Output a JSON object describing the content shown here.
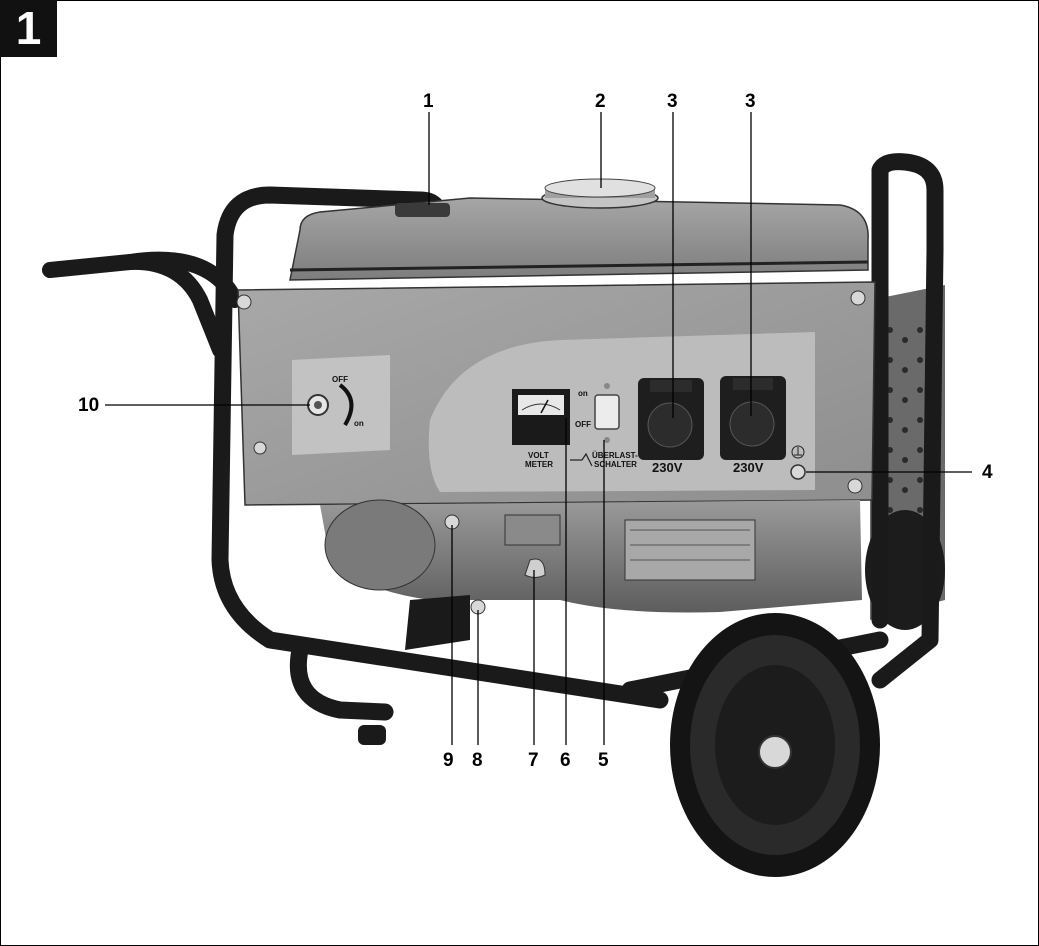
{
  "figure_number": "1",
  "panel": {
    "off_label": "OFF",
    "on_label": "on",
    "switch_on": "on",
    "switch_off": "OFF",
    "voltmeter_line1": "VOLT",
    "voltmeter_line2": "METER",
    "overload_line1": "ÜBERLAST-",
    "overload_line2": "SCHALTER",
    "socket_voltage": "230V"
  },
  "callouts": [
    "1",
    "2",
    "3",
    "3",
    "4",
    "5",
    "6",
    "7",
    "8",
    "9",
    "10"
  ],
  "colors": {
    "frame": "#1a1a1a",
    "tank": "#8d8d8d",
    "panel": "#9e9e9e",
    "panel_inset": "#bdbdbd"
  }
}
